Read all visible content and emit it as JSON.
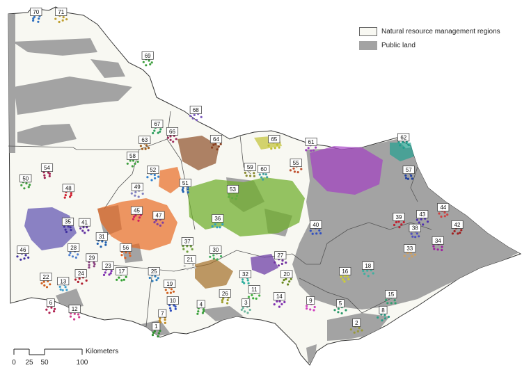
{
  "legend": {
    "nrm_label": "Natural resource management regions",
    "public_label": "Public land",
    "nrm_color": "#f8f8f2",
    "public_color": "#a3a3a3"
  },
  "scale": {
    "unit": "Kilometers",
    "ticks": [
      "0",
      "25",
      "50",
      "100"
    ]
  },
  "markers": [
    {
      "id": "1",
      "x": 0.299,
      "y": 0.882,
      "color": "#2f8f2f"
    },
    {
      "id": "2",
      "x": 0.683,
      "y": 0.872,
      "color": "#9a9a3a"
    },
    {
      "id": "3",
      "x": 0.471,
      "y": 0.818,
      "color": "#6fb7a0"
    },
    {
      "id": "4",
      "x": 0.385,
      "y": 0.822,
      "color": "#3aa03a"
    },
    {
      "id": "5",
      "x": 0.652,
      "y": 0.82,
      "color": "#2a9a6a"
    },
    {
      "id": "6",
      "x": 0.097,
      "y": 0.818,
      "color": "#b02050"
    },
    {
      "id": "7",
      "x": 0.311,
      "y": 0.847,
      "color": "#c08a20"
    },
    {
      "id": "8",
      "x": 0.734,
      "y": 0.838,
      "color": "#2aa08a"
    },
    {
      "id": "9",
      "x": 0.595,
      "y": 0.812,
      "color": "#d040c0"
    },
    {
      "id": "10",
      "x": 0.331,
      "y": 0.812,
      "color": "#3050c0"
    },
    {
      "id": "11",
      "x": 0.487,
      "y": 0.782,
      "color": "#40b040"
    },
    {
      "id": "12",
      "x": 0.143,
      "y": 0.835,
      "color": "#d04090"
    },
    {
      "id": "13",
      "x": 0.121,
      "y": 0.76,
      "color": "#40a0d0"
    },
    {
      "id": "14",
      "x": 0.535,
      "y": 0.801,
      "color": "#8030b0"
    },
    {
      "id": "15",
      "x": 0.749,
      "y": 0.795,
      "color": "#30a070"
    },
    {
      "id": "16",
      "x": 0.661,
      "y": 0.733,
      "color": "#d0d030"
    },
    {
      "id": "17",
      "x": 0.233,
      "y": 0.733,
      "color": "#30a030"
    },
    {
      "id": "18",
      "x": 0.705,
      "y": 0.718,
      "color": "#40b0a0"
    },
    {
      "id": "19",
      "x": 0.325,
      "y": 0.767,
      "color": "#d06020"
    },
    {
      "id": "20",
      "x": 0.549,
      "y": 0.741,
      "color": "#6a8a20"
    },
    {
      "id": "21",
      "x": 0.364,
      "y": 0.701,
      "color": "#c0c0c0"
    },
    {
      "id": "22",
      "x": 0.088,
      "y": 0.748,
      "color": "#d06020"
    },
    {
      "id": "23",
      "x": 0.207,
      "y": 0.718,
      "color": "#8030b0"
    },
    {
      "id": "24",
      "x": 0.155,
      "y": 0.739,
      "color": "#b02030"
    },
    {
      "id": "25",
      "x": 0.295,
      "y": 0.733,
      "color": "#3080c0"
    },
    {
      "id": "26",
      "x": 0.431,
      "y": 0.793,
      "color": "#a0a030"
    },
    {
      "id": "27",
      "x": 0.537,
      "y": 0.69,
      "color": "#7030a0"
    },
    {
      "id": "28",
      "x": 0.141,
      "y": 0.669,
      "color": "#5080d0"
    },
    {
      "id": "29",
      "x": 0.176,
      "y": 0.696,
      "color": "#8a4080"
    },
    {
      "id": "30",
      "x": 0.413,
      "y": 0.675,
      "color": "#40b060"
    },
    {
      "id": "31",
      "x": 0.195,
      "y": 0.639,
      "color": "#2060b0"
    },
    {
      "id": "32",
      "x": 0.47,
      "y": 0.741,
      "color": "#30b0a0"
    },
    {
      "id": "33",
      "x": 0.785,
      "y": 0.671,
      "color": "#d0a060"
    },
    {
      "id": "34",
      "x": 0.839,
      "y": 0.65,
      "color": "#a020a0"
    },
    {
      "id": "35",
      "x": 0.13,
      "y": 0.599,
      "color": "#4030a0"
    },
    {
      "id": "36",
      "x": 0.417,
      "y": 0.59,
      "color": "#30a0c0"
    },
    {
      "id": "37",
      "x": 0.359,
      "y": 0.652,
      "color": "#70a040"
    },
    {
      "id": "38",
      "x": 0.795,
      "y": 0.616,
      "color": "#5050c0"
    },
    {
      "id": "39",
      "x": 0.764,
      "y": 0.586,
      "color": "#c02030"
    },
    {
      "id": "40",
      "x": 0.605,
      "y": 0.607,
      "color": "#3050c0"
    },
    {
      "id": "41",
      "x": 0.162,
      "y": 0.601,
      "color": "#6030a0"
    },
    {
      "id": "42",
      "x": 0.876,
      "y": 0.607,
      "color": "#a02020"
    },
    {
      "id": "43",
      "x": 0.809,
      "y": 0.579,
      "color": "#5030b0"
    },
    {
      "id": "44",
      "x": 0.849,
      "y": 0.56,
      "color": "#d04040"
    },
    {
      "id": "45",
      "x": 0.262,
      "y": 0.569,
      "color": "#d02060"
    },
    {
      "id": "46",
      "x": 0.044,
      "y": 0.675,
      "color": "#4030a0"
    },
    {
      "id": "47",
      "x": 0.304,
      "y": 0.582,
      "color": "#8040a0"
    },
    {
      "id": "48",
      "x": 0.131,
      "y": 0.508,
      "color": "#d02030"
    },
    {
      "id": "49",
      "x": 0.263,
      "y": 0.505,
      "color": "#8080c0"
    },
    {
      "id": "50",
      "x": 0.049,
      "y": 0.482,
      "color": "#40a040"
    },
    {
      "id": "51",
      "x": 0.355,
      "y": 0.494,
      "color": "#2060b0"
    },
    {
      "id": "52",
      "x": 0.293,
      "y": 0.459,
      "color": "#3080d0"
    },
    {
      "id": "53",
      "x": 0.446,
      "y": 0.511,
      "color": "#60b040"
    },
    {
      "id": "54",
      "x": 0.09,
      "y": 0.453,
      "color": "#a02050"
    },
    {
      "id": "55",
      "x": 0.567,
      "y": 0.44,
      "color": "#c05030"
    },
    {
      "id": "56",
      "x": 0.241,
      "y": 0.669,
      "color": "#e06020"
    },
    {
      "id": "57",
      "x": 0.783,
      "y": 0.459,
      "color": "#2040a0"
    },
    {
      "id": "58",
      "x": 0.254,
      "y": 0.421,
      "color": "#40a040"
    },
    {
      "id": "59",
      "x": 0.479,
      "y": 0.451,
      "color": "#8a8a30"
    },
    {
      "id": "60",
      "x": 0.505,
      "y": 0.457,
      "color": "#40a0a0"
    },
    {
      "id": "61",
      "x": 0.596,
      "y": 0.383,
      "color": "#a040c0"
    },
    {
      "id": "62",
      "x": 0.773,
      "y": 0.371,
      "color": "#20a090"
    },
    {
      "id": "63",
      "x": 0.277,
      "y": 0.378,
      "color": "#a06020"
    },
    {
      "id": "64",
      "x": 0.414,
      "y": 0.376,
      "color": "#8a4020"
    },
    {
      "id": "65",
      "x": 0.525,
      "y": 0.376,
      "color": "#c0c030"
    },
    {
      "id": "66",
      "x": 0.33,
      "y": 0.355,
      "color": "#a03060"
    },
    {
      "id": "67",
      "x": 0.301,
      "y": 0.335,
      "color": "#30a060"
    },
    {
      "id": "68",
      "x": 0.375,
      "y": 0.297,
      "color": "#8060c0"
    },
    {
      "id": "69",
      "x": 0.283,
      "y": 0.15,
      "color": "#40a040"
    },
    {
      "id": "70",
      "x": 0.069,
      "y": 0.032,
      "color": "#3070c0"
    },
    {
      "id": "71",
      "x": 0.117,
      "y": 0.032,
      "color": "#c0a030"
    }
  ]
}
